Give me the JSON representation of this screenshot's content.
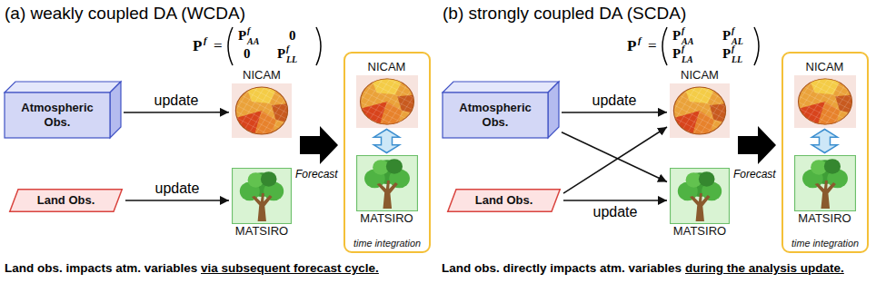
{
  "diagram": {
    "nodes": [
      {
        "text": [
          "Atmospheric Obs."
        ]
      },
      {
        "text": [
          "Land Obs."
        ]
      },
      {
        "text": [
          "NICAM"
        ]
      },
      {
        "text": [
          "MATSIRO"
        ]
      },
      {
        "text": [
          "time integration"
        ]
      },
      {
        "text": [
          "NICAM"
        ],
        "in": 4
      },
      {
        "text": [
          "MATSIRO"
        ],
        "in": 4
      },
      {
        "text": [
          "Atmospheric Obs."
        ]
      },
      {
        "text": [
          "Land Obs."
        ]
      },
      {
        "text": [
          "NICAM"
        ]
      },
      {
        "text": [
          "MATSIRO"
        ]
      },
      {
        "text": [
          "time integration"
        ]
      },
      {
        "text": [
          "NICAM"
        ],
        "in": 11
      },
      {
        "text": [
          "MATSIRO"
        ],
        "in": 11
      }
    ],
    "edges": [
      {
        "from": 0,
        "to": 2,
        "arrow": "to",
        "label": "update"
      },
      {
        "from": 1,
        "to": 3,
        "arrow": "to",
        "label": "update"
      },
      {
        "from": 5,
        "to": 6,
        "arrow": "both"
      },
      {
        "from": 7,
        "to": 9,
        "arrow": "to",
        "label": "update"
      },
      {
        "from": 7,
        "to": 10,
        "arrow": "to"
      },
      {
        "from": 8,
        "to": 9,
        "arrow": "to"
      },
      {
        "from": 8,
        "to": 10,
        "arrow": "to",
        "label": "update"
      },
      {
        "from": 12,
        "to": 13,
        "arrow": "both"
      }
    ],
    "labels": [
      "(a) weakly coupled DA (WCDA)",
      "P",
      "f",
      "=",
      "P",
      "f",
      "AA",
      "0",
      "0",
      "P",
      "f",
      "LL",
      "Forecast",
      "Land obs. impacts atm. variables",
      "via subsequent forecast cycle.",
      "(b) strongly coupled DA (SCDA)",
      "P",
      "f",
      "=",
      "P",
      "f",
      "AA",
      "P",
      "f",
      "AL",
      "P",
      "f",
      "LA",
      "P",
      "f",
      "LL",
      "Forecast",
      "Land obs. directly impacts atm. variables",
      "during the analysis update."
    ]
  }
}
